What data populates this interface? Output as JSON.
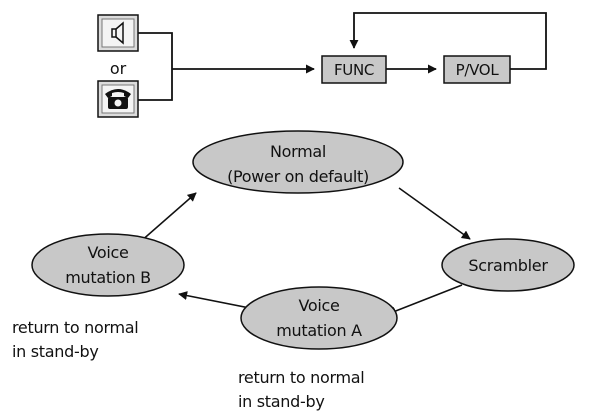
{
  "top_flow": {
    "or_label": "or",
    "func_label": "FUNC",
    "pvol_label": "P/VOL",
    "speaker_icon": "speaker-icon",
    "phone_icon": "telephone-icon"
  },
  "modes": {
    "normal": [
      "Normal",
      "(Power on default)"
    ],
    "scrambler": [
      "Scrambler"
    ],
    "voice_a": [
      "Voice",
      "mutation A"
    ],
    "voice_b": [
      "Voice",
      "mutation B"
    ]
  },
  "notes": {
    "left": [
      "return to normal",
      "in stand-by"
    ],
    "bottom": [
      "return to normal",
      "in stand-by"
    ]
  },
  "colors": {
    "ellipse_fill": "#c8c8c8",
    "box_fill": "#c8c8c8",
    "line": "#111111"
  }
}
